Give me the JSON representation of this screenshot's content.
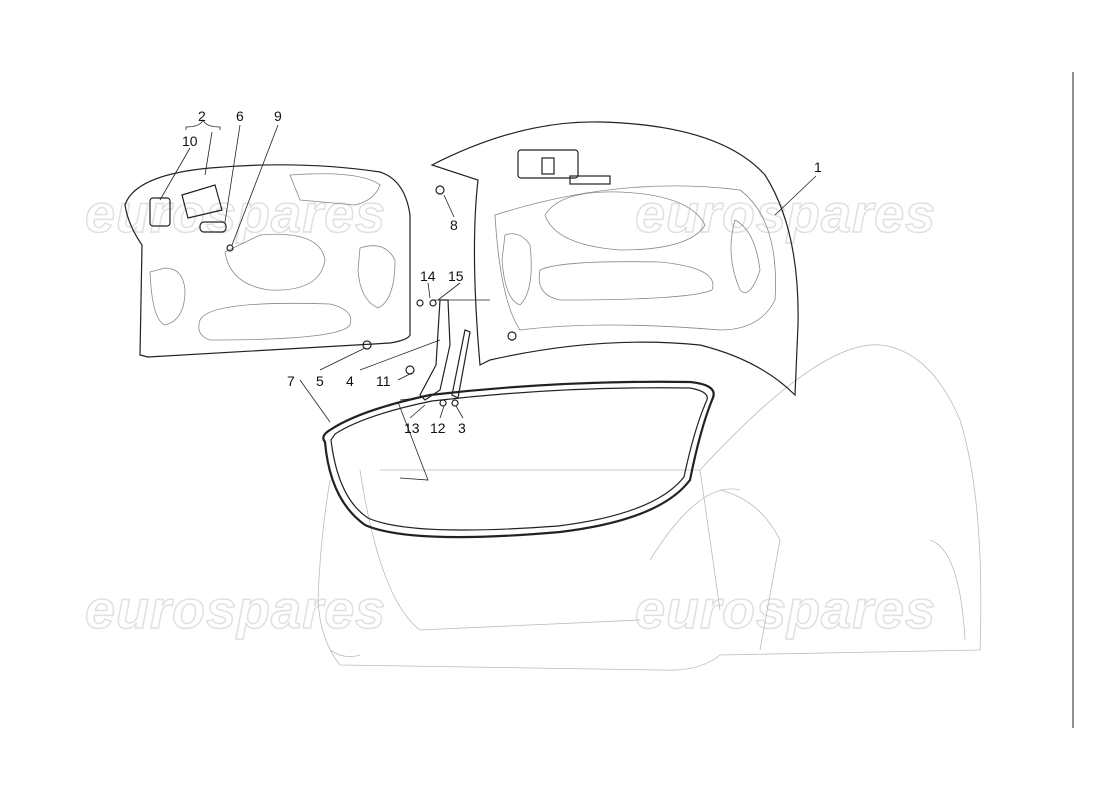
{
  "diagram": {
    "watermark": "eurospares",
    "callouts": [
      "1",
      "2",
      "3",
      "4",
      "5",
      "6",
      "7",
      "8",
      "9",
      "10",
      "11",
      "12",
      "13",
      "14",
      "15"
    ],
    "colors": {
      "line": "#222222",
      "faint": "#bbbbbb",
      "watermark": "#dddddd"
    }
  }
}
